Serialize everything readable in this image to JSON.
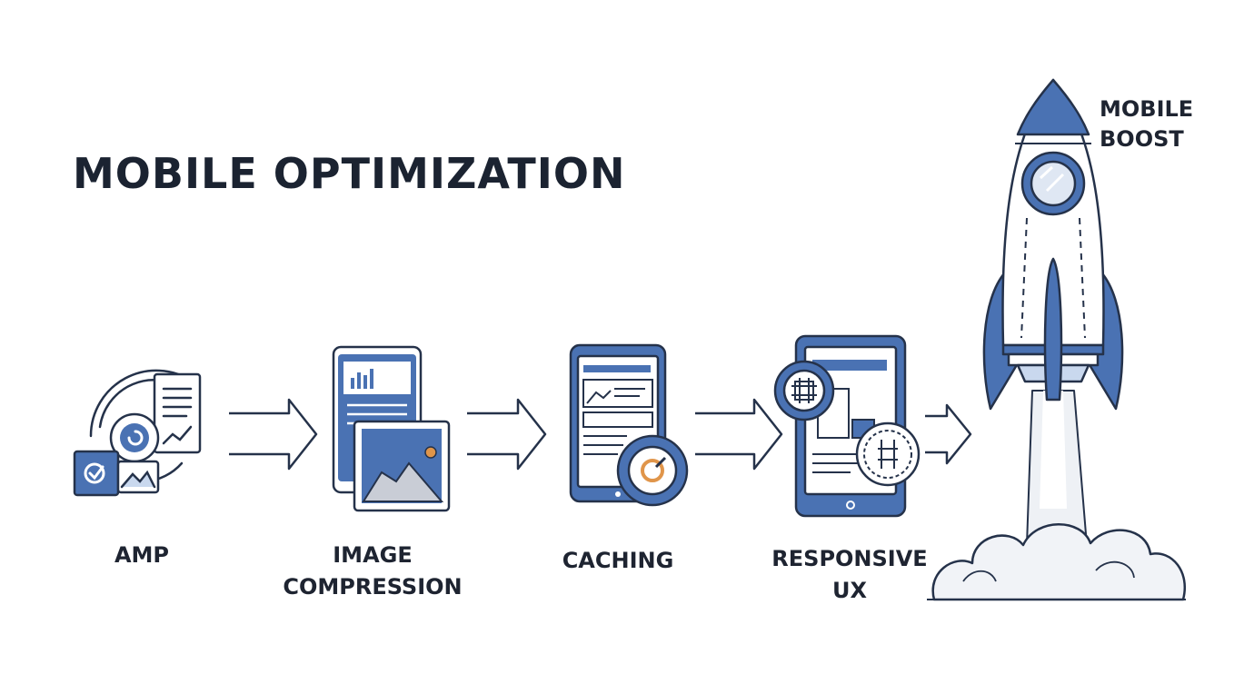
{
  "title": "MOBILE OPTIMIZATION",
  "steps": [
    {
      "line1": "AMP",
      "line2": ""
    },
    {
      "line1": "IMAGE",
      "line2": "COMPRESSION"
    },
    {
      "line1": "CACHING",
      "line2": ""
    },
    {
      "line1": "RESPONSIVE",
      "line2": "UX"
    }
  ],
  "boost": {
    "line1": "MOBILE",
    "line2": "BOOST"
  },
  "icons": [
    "amp-icon",
    "image-compression-icon",
    "caching-icon",
    "responsive-ux-icon",
    "rocket-icon"
  ],
  "colors": {
    "accent": "#4a72b3",
    "accent_light": "#c9d8ee",
    "outline": "#25324a",
    "text": "#1c2230",
    "highlight": "#e0954a"
  }
}
